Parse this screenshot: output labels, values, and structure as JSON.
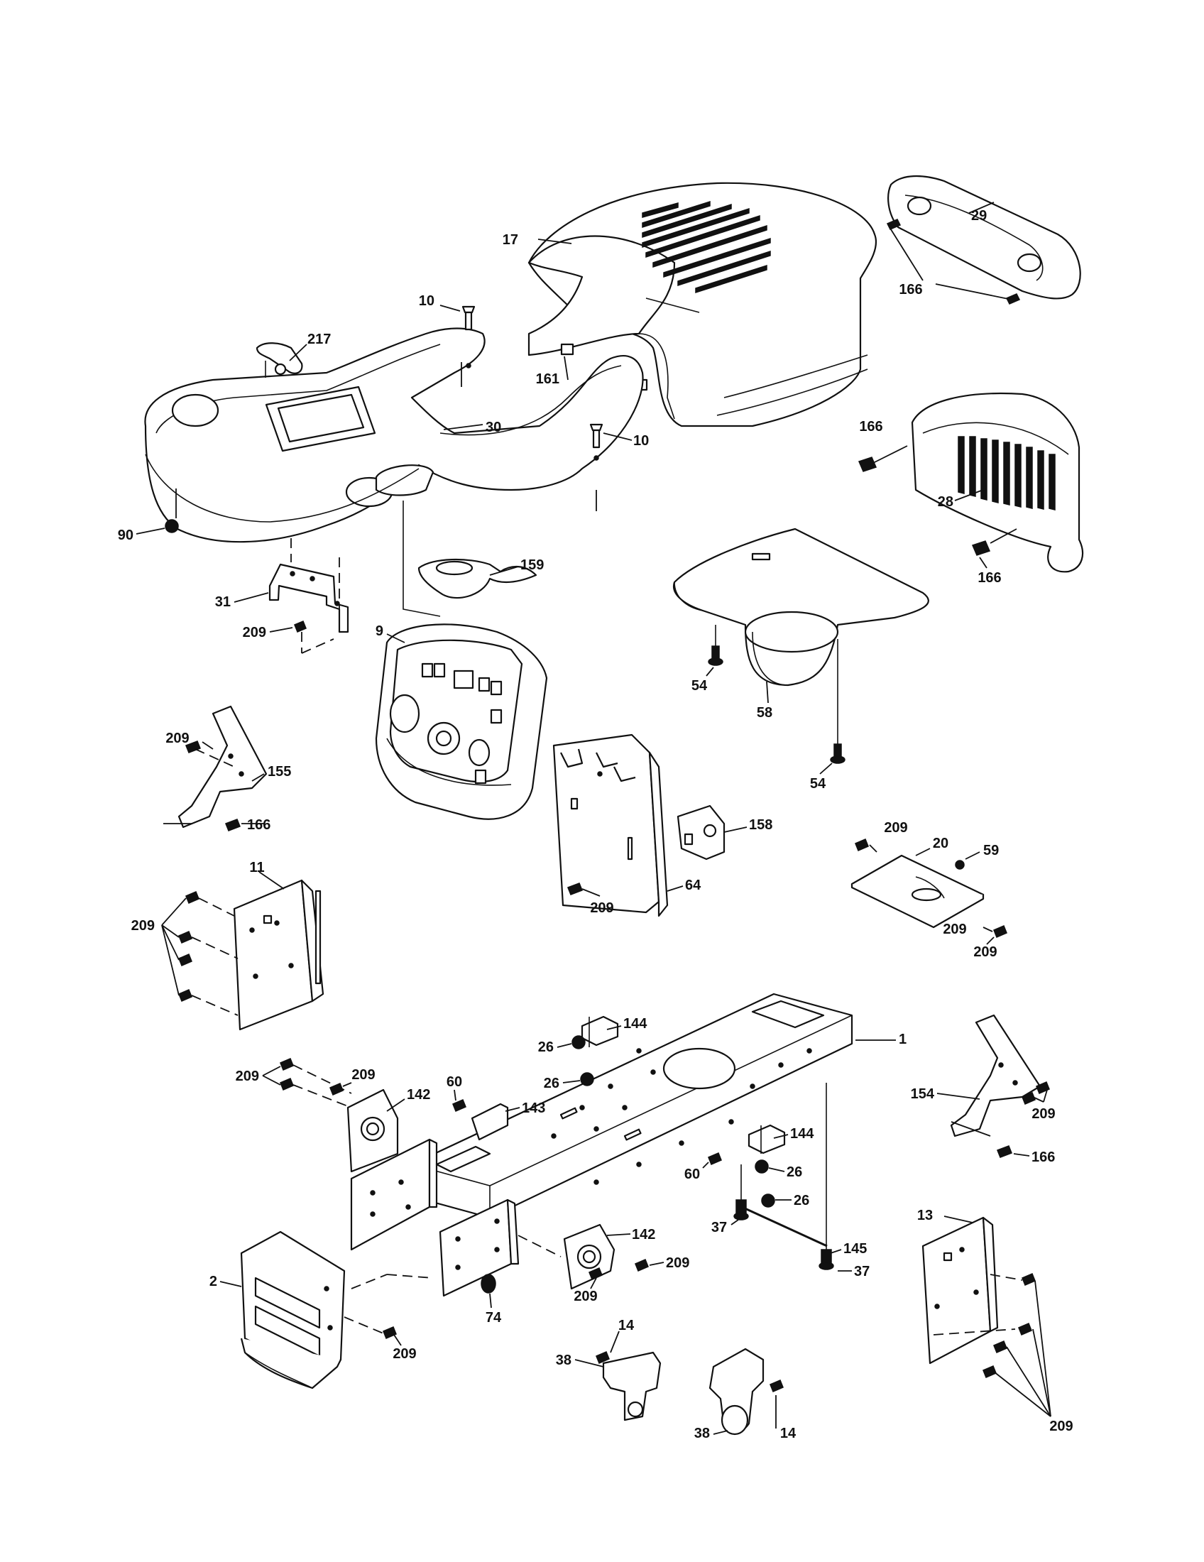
{
  "callouts": [
    {
      "id": "label-17",
      "text": "17"
    },
    {
      "id": "label-10-a",
      "text": "10"
    },
    {
      "id": "label-217",
      "text": "217"
    },
    {
      "id": "label-161",
      "text": "161"
    },
    {
      "id": "label-10-b",
      "text": "10"
    },
    {
      "id": "label-30",
      "text": "30"
    },
    {
      "id": "label-29",
      "text": "29"
    },
    {
      "id": "label-166-a",
      "text": "166"
    },
    {
      "id": "label-166-b",
      "text": "166"
    },
    {
      "id": "label-28",
      "text": "28"
    },
    {
      "id": "label-166-c",
      "text": "166"
    },
    {
      "id": "label-90",
      "text": "90"
    },
    {
      "id": "label-159",
      "text": "159"
    },
    {
      "id": "label-31",
      "text": "31"
    },
    {
      "id": "label-209-a",
      "text": "209"
    },
    {
      "id": "label-9",
      "text": "9"
    },
    {
      "id": "label-54-a",
      "text": "54"
    },
    {
      "id": "label-58",
      "text": "58"
    },
    {
      "id": "label-54-b",
      "text": "54"
    },
    {
      "id": "label-209-b",
      "text": "209"
    },
    {
      "id": "label-155",
      "text": "155"
    },
    {
      "id": "label-166-d",
      "text": "166"
    },
    {
      "id": "label-158",
      "text": "158"
    },
    {
      "id": "label-209-c",
      "text": "209"
    },
    {
      "id": "label-20",
      "text": "20"
    },
    {
      "id": "label-59",
      "text": "59"
    },
    {
      "id": "label-11",
      "text": "11"
    },
    {
      "id": "label-209-d",
      "text": "209"
    },
    {
      "id": "label-64",
      "text": "64"
    },
    {
      "id": "label-209-e",
      "text": "209"
    },
    {
      "id": "label-209-f",
      "text": "209"
    },
    {
      "id": "label-144-a",
      "text": "144"
    },
    {
      "id": "label-1",
      "text": "1"
    },
    {
      "id": "label-26-a",
      "text": "26"
    },
    {
      "id": "label-26-b",
      "text": "26"
    },
    {
      "id": "label-209-g",
      "text": "209"
    },
    {
      "id": "label-60-a",
      "text": "60"
    },
    {
      "id": "label-209-h",
      "text": "209"
    },
    {
      "id": "label-142-a",
      "text": "142"
    },
    {
      "id": "label-143",
      "text": "143"
    },
    {
      "id": "label-154",
      "text": "154"
    },
    {
      "id": "label-209-i",
      "text": "209"
    },
    {
      "id": "label-166-e",
      "text": "166"
    },
    {
      "id": "label-144-b",
      "text": "144"
    },
    {
      "id": "label-26-c",
      "text": "26"
    },
    {
      "id": "label-60-b",
      "text": "60"
    },
    {
      "id": "label-26-d",
      "text": "26"
    },
    {
      "id": "label-13",
      "text": "13"
    },
    {
      "id": "label-142-b",
      "text": "142"
    },
    {
      "id": "label-37-a",
      "text": "37"
    },
    {
      "id": "label-145",
      "text": "145"
    },
    {
      "id": "label-209-j",
      "text": "209"
    },
    {
      "id": "label-37-b",
      "text": "37"
    },
    {
      "id": "label-2",
      "text": "2"
    },
    {
      "id": "label-209-k",
      "text": "209"
    },
    {
      "id": "label-74",
      "text": "74"
    },
    {
      "id": "label-209-l",
      "text": "209"
    },
    {
      "id": "label-14-a",
      "text": "14"
    },
    {
      "id": "label-38-a",
      "text": "38"
    },
    {
      "id": "label-38-b",
      "text": "38"
    },
    {
      "id": "label-14-b",
      "text": "14"
    },
    {
      "id": "label-209-m",
      "text": "209"
    },
    {
      "id": "label-209-n",
      "text": "209"
    }
  ]
}
